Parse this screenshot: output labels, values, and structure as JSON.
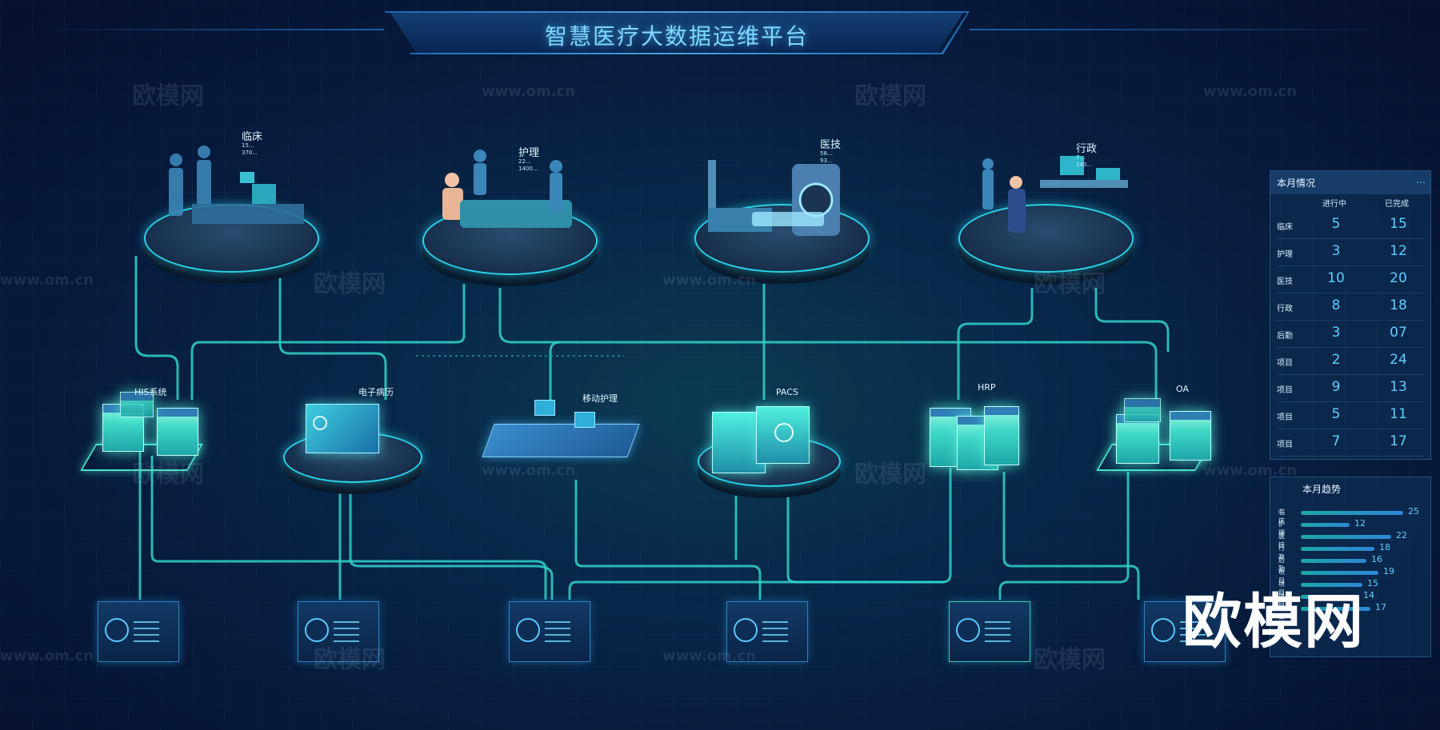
{
  "app": {
    "title": "智慧医疗大数据运维平台"
  },
  "departments": [
    {
      "name": "临床",
      "stats": [
        "15...",
        "370..."
      ]
    },
    {
      "name": "护理",
      "stats": [
        "22...",
        "1400..."
      ]
    },
    {
      "name": "医技",
      "stats": [
        "58...",
        "93..."
      ]
    },
    {
      "name": "行政",
      "stats": [
        "7...",
        "140..."
      ]
    }
  ],
  "systems": [
    {
      "name": "HIS系统"
    },
    {
      "name": "电子病历"
    },
    {
      "name": "移动护理"
    },
    {
      "name": "PACS"
    },
    {
      "name": "HRP"
    },
    {
      "name": "OA"
    }
  ],
  "monthly_status": {
    "title": "本月情况",
    "more": "...",
    "col_in_progress": "进行中",
    "col_done": "已完成",
    "rows": [
      {
        "label": "临床",
        "in_progress": "5",
        "done": "15"
      },
      {
        "label": "护理",
        "in_progress": "3",
        "done": "12"
      },
      {
        "label": "医技",
        "in_progress": "10",
        "done": "20"
      },
      {
        "label": "行政",
        "in_progress": "8",
        "done": "18"
      },
      {
        "label": "后勤",
        "in_progress": "3",
        "done": "07"
      },
      {
        "label": "项目",
        "in_progress": "2",
        "done": "24"
      },
      {
        "label": "项目",
        "in_progress": "9",
        "done": "13"
      },
      {
        "label": "项目",
        "in_progress": "5",
        "done": "11"
      },
      {
        "label": "项目",
        "in_progress": "7",
        "done": "17"
      }
    ]
  },
  "monthly_trend": {
    "title": "本月趋势",
    "rows": [
      {
        "label": "临床",
        "value": "25"
      },
      {
        "label": "护理",
        "value": "12"
      },
      {
        "label": "医技",
        "value": "22"
      },
      {
        "label": "行政",
        "value": "18"
      },
      {
        "label": "后勤",
        "value": "16"
      },
      {
        "label": "项目",
        "value": "19"
      },
      {
        "label": "项目",
        "value": "15"
      },
      {
        "label": "项目",
        "value": "14"
      },
      {
        "label": "项目",
        "value": "17"
      }
    ]
  },
  "watermark": {
    "text": "欧模网",
    "url": "www.om.cn"
  },
  "colors": {
    "accent": "#5bd0ff",
    "line": "#2fd3c8",
    "bg": "#071a3c"
  }
}
